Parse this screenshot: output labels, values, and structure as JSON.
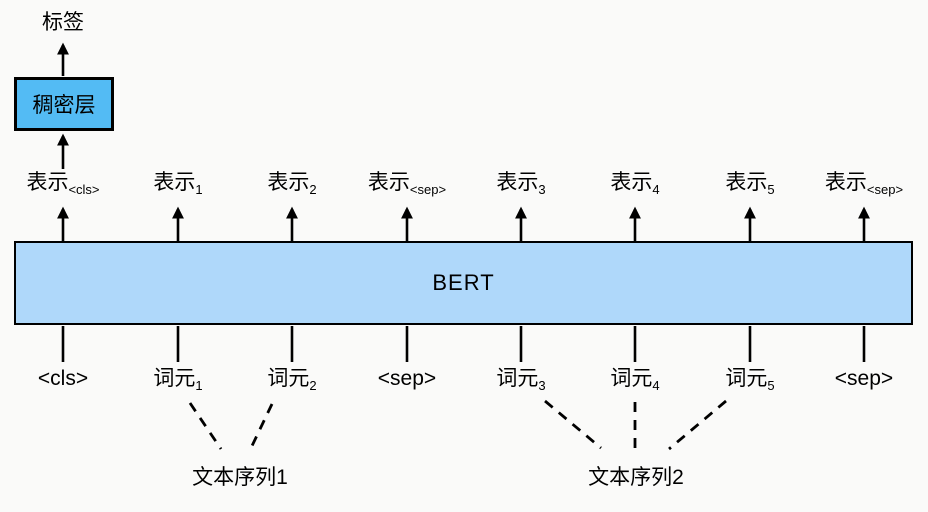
{
  "colors": {
    "background": "#FAFAF9",
    "dense_box_fill": "#53BBF4",
    "bert_box_fill": "#AFD8FA",
    "stroke": "#000000"
  },
  "output": {
    "label": "标签"
  },
  "dense_layer": {
    "label": "稠密层"
  },
  "bert": {
    "label": "BERT"
  },
  "representations": [
    {
      "base": "表示",
      "sub": "<cls>"
    },
    {
      "base": "表示",
      "sub": "1"
    },
    {
      "base": "表示",
      "sub": "2"
    },
    {
      "base": "表示",
      "sub": "<sep>"
    },
    {
      "base": "表示",
      "sub": "3"
    },
    {
      "base": "表示",
      "sub": "4"
    },
    {
      "base": "表示",
      "sub": "5"
    },
    {
      "base": "表示",
      "sub": "<sep>"
    }
  ],
  "tokens": [
    {
      "base": "<cls>",
      "sub": ""
    },
    {
      "base": "词元",
      "sub": "1"
    },
    {
      "base": "词元",
      "sub": "2"
    },
    {
      "base": "<sep>",
      "sub": ""
    },
    {
      "base": "词元",
      "sub": "3"
    },
    {
      "base": "词元",
      "sub": "4"
    },
    {
      "base": "词元",
      "sub": "5"
    },
    {
      "base": "<sep>",
      "sub": ""
    }
  ],
  "sequences": [
    {
      "label": "文本序列1"
    },
    {
      "label": "文本序列2"
    }
  ]
}
